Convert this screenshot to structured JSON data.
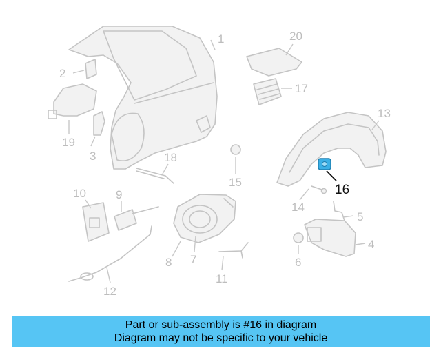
{
  "callouts": {
    "c1": "1",
    "c2": "2",
    "c3": "3",
    "c4": "4",
    "c5": "5",
    "c6": "6",
    "c7": "7",
    "c8": "8",
    "c9": "9",
    "c10": "10",
    "c11": "11",
    "c12": "12",
    "c13": "13",
    "c14": "14",
    "c15": "15",
    "c16": "16",
    "c17": "17",
    "c18": "18",
    "c19": "19",
    "c20": "20"
  },
  "highlight": {
    "part_number": "16",
    "color": "#3bb0e6"
  },
  "banner": {
    "line1": "Part or sub-assembly is #16 in diagram",
    "line2": "Diagram may not be specific to your vehicle",
    "background": "#56c5f4"
  }
}
